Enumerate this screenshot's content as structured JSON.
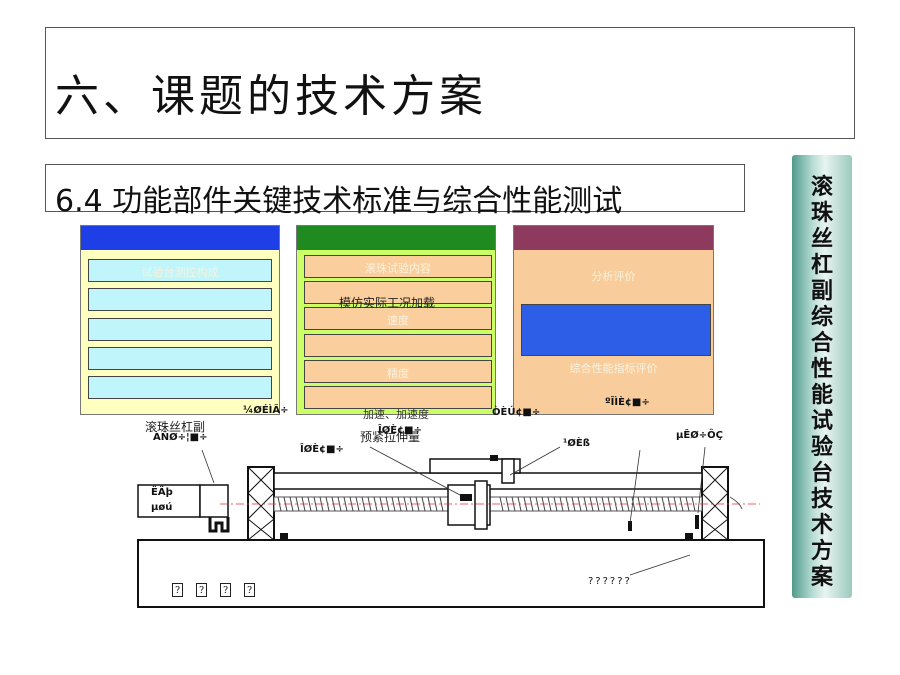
{
  "title": "六、课题的技术方案",
  "subtitle": "6.4 功能部件关键技术标准与综合性能测试",
  "side_banner": "滚珠丝杠副综合性能试验台技术方案",
  "panels": {
    "p1": {
      "rows": [
        "试验台测控构成",
        "",
        "",
        "",
        ""
      ]
    },
    "p2": {
      "rows": [
        "滚珠试验内容",
        "模仿实际工况加载",
        "速度",
        "",
        "精度",
        "",
        "加速、加速度"
      ]
    },
    "p3": {
      "top_label": "分析评价",
      "bottom_label": "综合性能指标评价"
    }
  },
  "diagram": {
    "label_ballscrew": "滚珠丝杠副",
    "label_ballscrew_code": "ÀÑØ÷¦■÷",
    "label_top_left": "¼ØÉÌÃ÷",
    "label_preload": "预紧拉伸量",
    "label_mid_a": "ÎØÈ¢■÷",
    "label_mid_b": "ÎØÈ¢■÷",
    "label_top_mid": "ÒÈÚ¢■÷",
    "label_right_a": "¹ØÈß",
    "label_right_b": "µÊØ÷ÔÇ",
    "label_p3_garb": "ºÎÌÈ¢■÷",
    "left_box_1": "ËÄþ",
    "left_box_2": "µøú",
    "bottom_left_boxes": [
      "?",
      "?",
      "?",
      "?"
    ],
    "bottom_right_boxes": "??????"
  },
  "colors": {
    "panel1_head": "#1e3fe6",
    "panel1_bg": "#ffffc0",
    "panel2_head": "#1f8a1f",
    "panel2_bg": "#ccff66",
    "panel3_head": "#8e3a5e",
    "panel3_bg": "#f9cc9b",
    "banner": "#4f9b8c"
  }
}
